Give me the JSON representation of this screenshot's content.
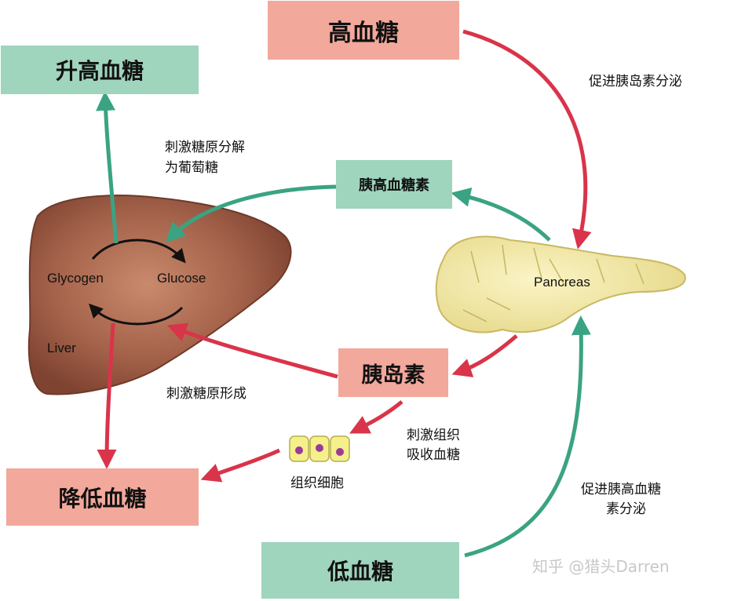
{
  "boxes": {
    "high_glucose": "高血糖",
    "raise_glucose": "升高血糖",
    "glucagon": "胰高血糖素",
    "insulin": "胰岛素",
    "lower_glucose": "降低血糖",
    "low_glucose": "低血糖"
  },
  "labels": {
    "promote_insulin": "促进胰岛素分泌",
    "glycogenolysis_line1": "刺激糖原分解",
    "glycogenolysis_line2": "为葡萄糖",
    "glycogenesis": "刺激糖原形成",
    "tissue_uptake_line1": "刺激组织",
    "tissue_uptake_line2": "吸收血糖",
    "tissue_cells": "组织细胞",
    "promote_glucagon_line1": "促进胰高血糖",
    "promote_glucagon_line2": "素分泌"
  },
  "organs": {
    "glycogen": "Glycogen",
    "glucose": "Glucose",
    "liver": "Liver",
    "pancreas": "Pancreas"
  },
  "watermark": "知乎 @猎头Darren",
  "colors": {
    "red_box": "#f2a89b",
    "green_box": "#9fd4bd",
    "red_arrow": "#d9344a",
    "green_arrow": "#3aa383",
    "liver": "#9c5a45",
    "pancreas": "#f3e9a6"
  }
}
